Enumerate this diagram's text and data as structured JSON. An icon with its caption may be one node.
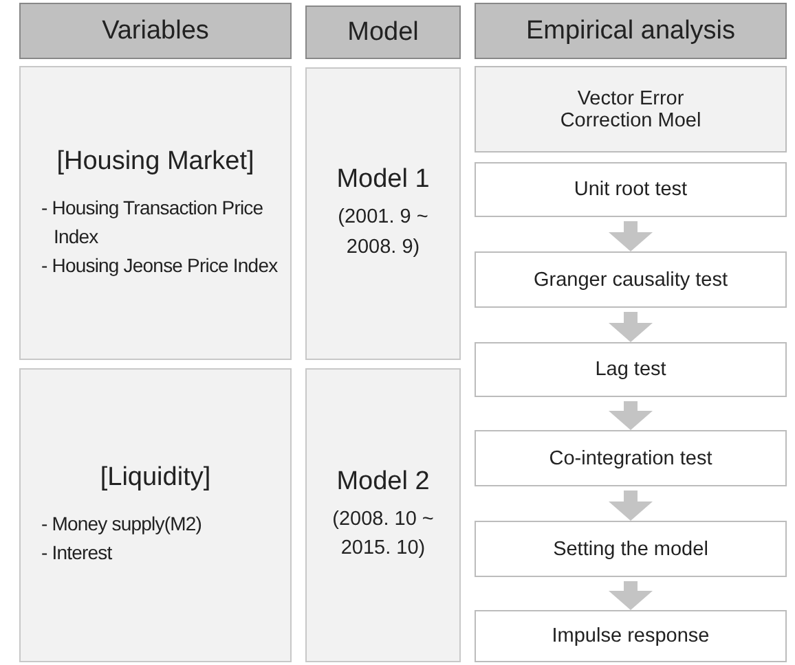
{
  "diagram": {
    "nodes": [
      {
        "text": [
          "Variables"
        ]
      },
      {
        "text": [
          "Model"
        ]
      },
      {
        "text": [
          "Empirical analysis"
        ]
      },
      {
        "text": [
          "[Housing Market]",
          "- Housing Transaction Price Index",
          "- Housing Jeonse Price Index"
        ]
      },
      {
        "text": [
          "Model 1",
          "(2001. 9 ~ 2008. 9)"
        ]
      },
      {
        "text": [
          "[Liquidity]",
          "- Money supply(M2)",
          "- Interest"
        ]
      },
      {
        "text": [
          "Model 2",
          "(2008. 10 ~ 2015. 10)"
        ]
      },
      {
        "text": [
          "Vector Error Correction Moel"
        ]
      },
      {
        "text": [
          "Unit root test"
        ]
      },
      {
        "text": [
          "Granger causality test"
        ]
      },
      {
        "text": [
          "Lag test"
        ]
      },
      {
        "text": [
          "Co-integration test"
        ]
      },
      {
        "text": [
          "Setting the model"
        ]
      },
      {
        "text": [
          "Impulse response"
        ]
      }
    ],
    "edges": [
      {
        "from": 8,
        "to": 9,
        "arrow": "to"
      },
      {
        "from": 9,
        "to": 10,
        "arrow": "to"
      },
      {
        "from": 10,
        "to": 11,
        "arrow": "to"
      },
      {
        "from": 11,
        "to": 12,
        "arrow": "to"
      },
      {
        "from": 12,
        "to": 13,
        "arrow": "to"
      }
    ]
  }
}
